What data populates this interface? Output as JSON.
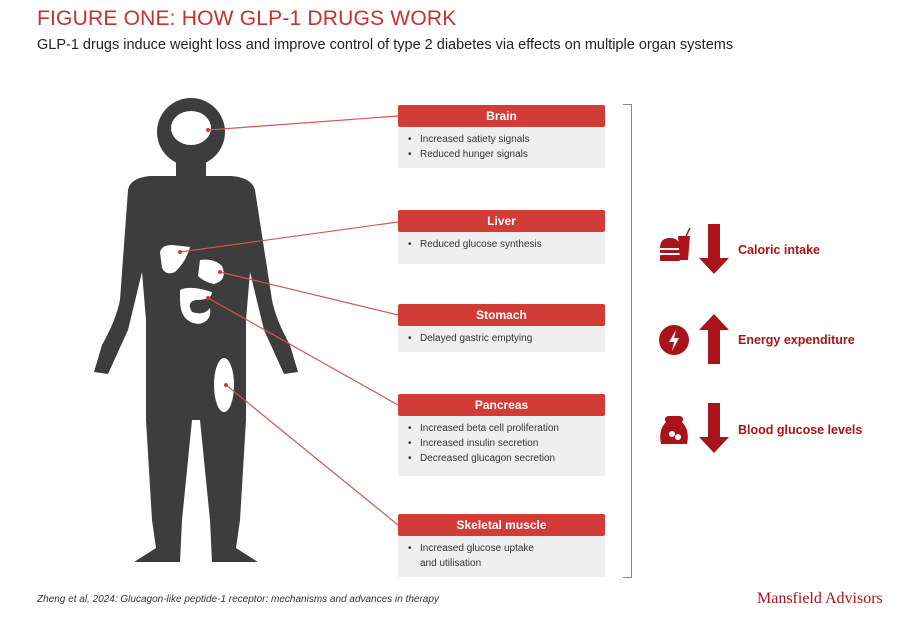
{
  "title": "FIGURE ONE: HOW GLP-1 DRUGS WORK",
  "subtitle": "GLP-1 drugs induce weight loss and improve control of type 2 diabetes via effects on multiple organ systems",
  "organs": [
    {
      "name": "Brain",
      "effects": [
        "Increased satiety signals",
        "Reduced hunger signals"
      ]
    },
    {
      "name": "Liver",
      "effects": [
        "Reduced glucose synthesis"
      ]
    },
    {
      "name": "Stomach",
      "effects": [
        "Delayed gastric emptying"
      ]
    },
    {
      "name": "Pancreas",
      "effects": [
        "Increased beta cell proliferation",
        "Increased insulin secretion",
        "Decreased glucagon secretion"
      ]
    },
    {
      "name": "Skeletal muscle",
      "effects": [
        "Increased glucose uptake and utilisation"
      ]
    }
  ],
  "outcomes": [
    {
      "label": "Caloric intake",
      "direction": "down",
      "icon": "burger-drink-icon"
    },
    {
      "label": "Energy expenditure",
      "direction": "up",
      "icon": "energy-bolt-icon"
    },
    {
      "label": "Blood glucose levels",
      "direction": "down",
      "icon": "sugar-bag-icon"
    }
  ],
  "citation": "Zheng et al, 2024: Glucagon-like peptide-1 receptor: mechanisms and advances in therapy",
  "brand": "Mansfield Advisors",
  "colors": {
    "accent": "#d13d36",
    "dark_red": "#a8141a",
    "body": "#3d3d3d"
  }
}
